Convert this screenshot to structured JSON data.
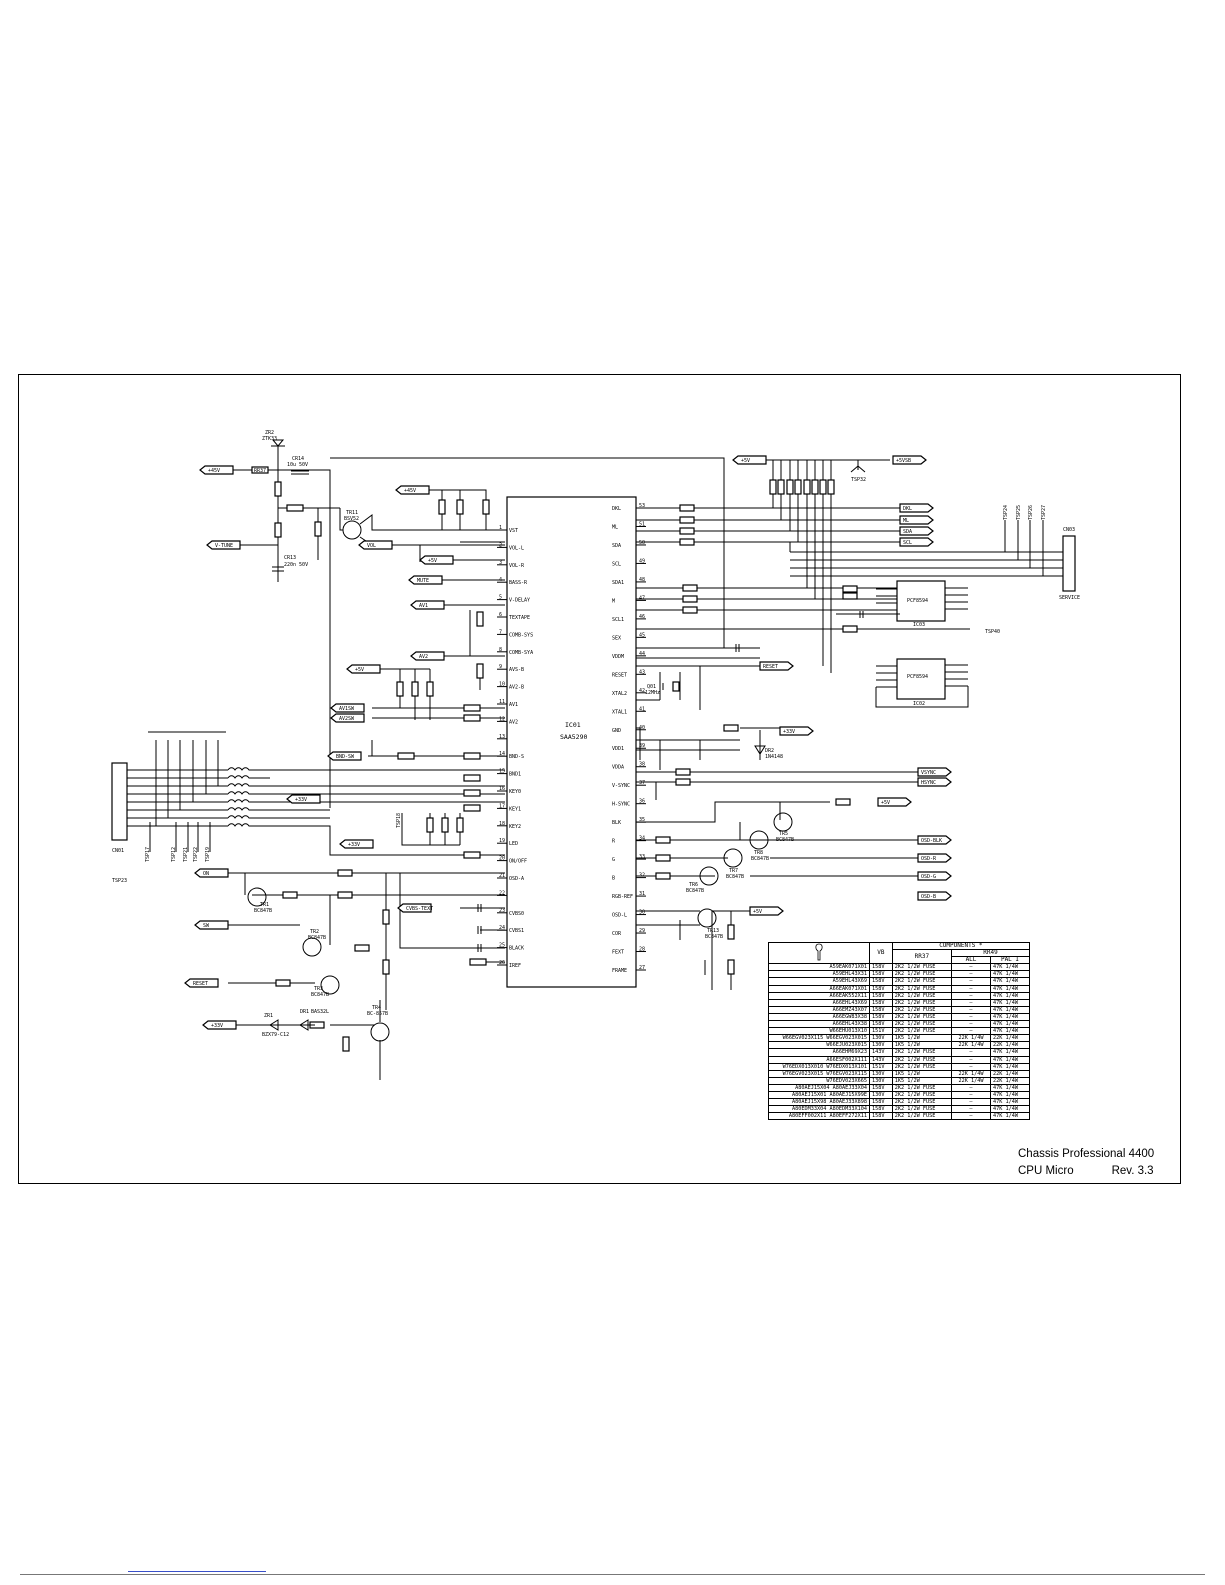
{
  "title": {
    "line1": "Chassis Professional 4400",
    "line2_left": "CPU Micro",
    "line2_right": "Rev. 3.3"
  },
  "ics": {
    "main": {
      "ref": "IC01",
      "part": "SAA5290"
    },
    "eeprom1": {
      "ref": "IC03",
      "part": "PCF8594"
    },
    "eeprom2": {
      "ref": "IC02",
      "part": "PCF8594"
    }
  },
  "ic01_pins_left": [
    {
      "n": "1",
      "name": "VST"
    },
    {
      "n": "2",
      "name": "VOL-L"
    },
    {
      "n": "3",
      "name": "VOL-R"
    },
    {
      "n": "4",
      "name": "BASS-R"
    },
    {
      "n": "5",
      "name": "V-DELAY"
    },
    {
      "n": "6",
      "name": "TEXTAPE"
    },
    {
      "n": "7",
      "name": "COMB-SYS"
    },
    {
      "n": "8",
      "name": "COMB-SYA"
    },
    {
      "n": "9",
      "name": "AVS-B"
    },
    {
      "n": "10",
      "name": "AV2-B"
    },
    {
      "n": "11",
      "name": "AV1"
    },
    {
      "n": "12",
      "name": "AV2"
    },
    {
      "n": "13",
      "name": ""
    },
    {
      "n": "14",
      "name": "BND-S"
    },
    {
      "n": "15",
      "name": "BND1"
    },
    {
      "n": "16",
      "name": "KEY0"
    },
    {
      "n": "17",
      "name": "KEY1"
    },
    {
      "n": "18",
      "name": "KEY2"
    },
    {
      "n": "19",
      "name": "LED"
    },
    {
      "n": "20",
      "name": "ON/OFF"
    },
    {
      "n": "21",
      "name": "OSD-A"
    },
    {
      "n": "22",
      "name": ""
    },
    {
      "n": "23",
      "name": "CVBS0"
    },
    {
      "n": "24",
      "name": "CVBS1"
    },
    {
      "n": "25",
      "name": "BLACK"
    },
    {
      "n": "26",
      "name": "IREF"
    }
  ],
  "ic01_pins_right": [
    {
      "n": "53",
      "name": "DKL"
    },
    {
      "n": "51",
      "name": "ML"
    },
    {
      "n": "50",
      "name": "SDA"
    },
    {
      "n": "49",
      "name": "SCL"
    },
    {
      "n": "48",
      "name": "SDA1"
    },
    {
      "n": "47",
      "name": "M"
    },
    {
      "n": "46",
      "name": "SCL1"
    },
    {
      "n": "45",
      "name": "SEX"
    },
    {
      "n": "44",
      "name": "VDDM"
    },
    {
      "n": "43",
      "name": "RESET"
    },
    {
      "n": "42",
      "name": "XTAL2"
    },
    {
      "n": "41",
      "name": "XTAL1"
    },
    {
      "n": "40",
      "name": "GND"
    },
    {
      "n": "39",
      "name": "VDD1"
    },
    {
      "n": "38",
      "name": "VDDA"
    },
    {
      "n": "37",
      "name": "V-SYNC"
    },
    {
      "n": "36",
      "name": "H-SYNC"
    },
    {
      "n": "35",
      "name": "BLK"
    },
    {
      "n": "34",
      "name": "R"
    },
    {
      "n": "33",
      "name": "G"
    },
    {
      "n": "32",
      "name": "B"
    },
    {
      "n": "31",
      "name": "RGB-REF"
    },
    {
      "n": "30",
      "name": "OSD-L"
    },
    {
      "n": "29",
      "name": "COR"
    },
    {
      "n": "28",
      "name": "FEXT"
    },
    {
      "n": "27",
      "name": "FRAME"
    }
  ],
  "nets": {
    "p45": "+45V",
    "p5": "+5V",
    "p5stb": "+5VSB",
    "p33": "+33V",
    "vtune": "V-TUNE",
    "vol": "VOL",
    "mute": "MUTE",
    "av1": "AV1",
    "av2": "AV2",
    "av1sw": "AV1SW",
    "av2sw": "AV2SW",
    "bndsw": "BND-SW",
    "on": "ON",
    "sw": "SW",
    "reset": "RESET",
    "cvbs_text": "CVBS-TEXT",
    "dkl": "DKL",
    "ml": "ML",
    "sda": "SDA",
    "scl": "SCL",
    "vsync": "VSYNC",
    "hsync": "HSYNC",
    "osd_blk": "OSD-BLK",
    "osd_r": "OSD-R",
    "osd_g": "OSD-G",
    "osd_b": "OSD-B"
  },
  "transistors": [
    {
      "ref": "TR11",
      "type": "BSV52"
    },
    {
      "ref": "TR1",
      "type": "BC847B"
    },
    {
      "ref": "TR2",
      "type": "BC847B"
    },
    {
      "ref": "TR3",
      "type": "BC847B"
    },
    {
      "ref": "TR4",
      "type": "BC-857B"
    },
    {
      "ref": "TR5",
      "type": "BC847B"
    },
    {
      "ref": "TR6",
      "type": "BC847B"
    },
    {
      "ref": "TR7",
      "type": "BC847B"
    },
    {
      "ref": "TR8",
      "type": "BC847B"
    },
    {
      "ref": "TR13",
      "type": "BC847B"
    }
  ],
  "labels_misc": {
    "zener_top": "ZR2",
    "zener_top_val": "ZTK33",
    "cr14": "CR14",
    "cr14_val": "10u 50V",
    "cr13": "CR13",
    "cr13_val": "220n 50V",
    "rr37": "RR37",
    "crystal": "Q01",
    "crystal_val": "12MHz",
    "cn01": "CN01",
    "cn03": "CN03",
    "cn03_val": "SERVICE",
    "tsp32": "TSP32",
    "tsp40": "TSP40",
    "tsp23": "TSP23",
    "tsp18": "TSP18",
    "tsp_bottom": [
      "TSP17",
      "TSP12",
      "TSP21",
      "TSP22",
      "TSP19"
    ],
    "tsp_right": [
      "TSP24",
      "TSP25",
      "TSP26",
      "TSP27"
    ],
    "dr1": "DR1",
    "dr1_val": "BAS32L",
    "zr1": "ZR1",
    "zr1_val": "BZX79-C12",
    "dr2": "DR2",
    "dr2_val": "1N4148"
  },
  "table": {
    "header_group": "COMPONENTS *",
    "col_vb": "VB",
    "col_rr37": "RR37",
    "col_rr49": "RR49",
    "col_all": "ALL",
    "col_pal": "PAL I",
    "rows": [
      {
        "model": "A59EAK071X01",
        "vb": "158V",
        "rr37": "2K2 1/2W FUSE",
        "all": "—",
        "pal": "47K 1/4W"
      },
      {
        "model": "A59EHL43X31",
        "vb": "158V",
        "rr37": "2K2 1/2W FUSE",
        "all": "—",
        "pal": "47K 1/4W"
      },
      {
        "model": "A59EHL43X69",
        "vb": "158V",
        "rr37": "2K2 1/2W FUSE",
        "all": "—",
        "pal": "47K 1/4W"
      },
      {
        "model": "A66EAK071X01",
        "vb": "158V",
        "rr37": "2K2 1/2W FUSE",
        "all": "—",
        "pal": "47K 1/4W"
      },
      {
        "model": "A66EAK552X11",
        "vb": "158V",
        "rr37": "2K2 1/2W FUSE",
        "all": "—",
        "pal": "47K 1/4W"
      },
      {
        "model": "A66EHL43X69",
        "vb": "158V",
        "rr37": "2K2 1/2W FUSE",
        "all": "—",
        "pal": "47K 1/4W"
      },
      {
        "model": "A66EMZ43X07",
        "vb": "158V",
        "rr37": "2K2 1/2W FUSE",
        "all": "—",
        "pal": "47K 1/4W"
      },
      {
        "model": "A66EGW83X38",
        "vb": "158V",
        "rr37": "2K2 1/2W FUSE",
        "all": "—",
        "pal": "47K 1/4W"
      },
      {
        "model": "A66EHL43X38",
        "vb": "158V",
        "rr37": "2K2 1/2W FUSE",
        "all": "—",
        "pal": "47K 1/4W"
      },
      {
        "model": "W66EHU013X10",
        "vb": "151V",
        "rr37": "2K2 1/2W FUSE",
        "all": "—",
        "pal": "47K 1/4W"
      },
      {
        "model": "W66EGV023X115  W66EGV023X015",
        "vb": "130V",
        "rr37": "1K5 1/2W",
        "all": "22K 1/4W",
        "pal": "22K 1/4W"
      },
      {
        "model": "W66EJU023X015",
        "vb": "130V",
        "rr37": "1K5 1/2W",
        "all": "22K 1/4W",
        "pal": "22K 1/4W"
      },
      {
        "model": "A66EHM69X23",
        "vb": "143V",
        "rr37": "2K2 1/2W FUSE",
        "all": "—",
        "pal": "47K 1/4W"
      },
      {
        "model": "A66ESF002X111",
        "vb": "143V",
        "rr37": "2K2 1/2W FUSE",
        "all": "—",
        "pal": "47K 1/4W"
      },
      {
        "model": "W76EDX013X010  W76EDX013X101",
        "vb": "151V",
        "rr37": "2K2 1/2W FUSE",
        "all": "—",
        "pal": "47K 1/4W"
      },
      {
        "model": "W76EGV023X015  W76EGV023X115",
        "vb": "130V",
        "rr37": "1K5 1/2W",
        "all": "22K 1/4W",
        "pal": "22K 1/4W"
      },
      {
        "model": "W76EDV023X665",
        "vb": "130V",
        "rr37": "1K5 1/2W",
        "all": "22K 1/4W",
        "pal": "22K 1/4W"
      },
      {
        "model": "A80AEJ15X04   A80AEJ33X04",
        "vb": "158V",
        "rr37": "2K2 1/2W FUSE",
        "all": "—",
        "pal": "47K 1/4W"
      },
      {
        "model": "A80AEJ15X01   A80AEJ15X99E",
        "vb": "130V",
        "rr37": "2K2 1/2W FUSE",
        "all": "—",
        "pal": "47K 1/4W"
      },
      {
        "model": "A80AEJ15X98   A80AEJ33X898",
        "vb": "158V",
        "rr37": "2K2 1/2W FUSE",
        "all": "—",
        "pal": "47K 1/4W"
      },
      {
        "model": "A80EDM33X04  A80EDM33X104",
        "vb": "158V",
        "rr37": "2K2 1/2W FUSE",
        "all": "—",
        "pal": "47K 1/4W"
      },
      {
        "model": "A80EFF002X11  A80EFF272X11",
        "vb": "158V",
        "rr37": "2K2 1/2W FUSE",
        "all": "—",
        "pal": "47K 1/4W"
      }
    ]
  }
}
